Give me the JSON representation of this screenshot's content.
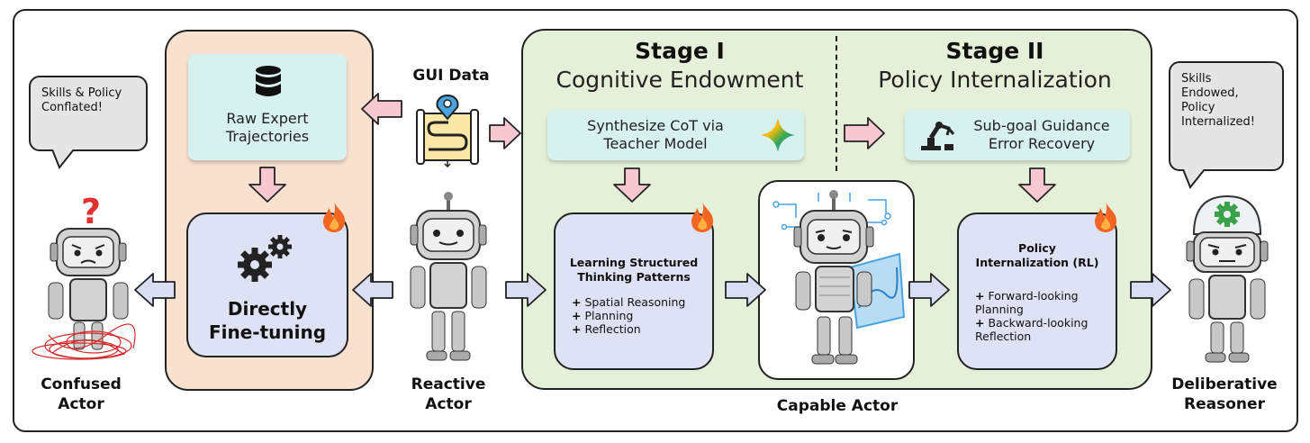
{
  "top": {
    "gui_data": "GUI Data"
  },
  "stage1": {
    "title": "Stage I",
    "subtitle": "Cognitive Endowment",
    "synth_line1": "Synthesize CoT via",
    "synth_line2": "Teacher Model"
  },
  "stage2": {
    "title": "Stage II",
    "subtitle": "Policy Internalization",
    "guide_line1": "Sub-goal Guidance",
    "guide_line2": "Error Recovery"
  },
  "left_panel": {
    "raw_line1": "Raw Expert",
    "raw_line2": "Trajectories",
    "ft_line1": "Directly",
    "ft_line2": "Fine-tuning"
  },
  "learning": {
    "title_line1": "Learning Structured",
    "title_line2": "Thinking Patterns",
    "items": [
      "Spatial Reasoning",
      "Planning",
      "Reflection"
    ]
  },
  "policy": {
    "title_line1": "Policy",
    "title_line2": "Internalization (RL)",
    "items": [
      [
        "Forward-looking",
        "Planning"
      ],
      [
        "Backward-looking",
        "Reflection"
      ]
    ]
  },
  "bubbles": {
    "left": [
      "Skills & Policy",
      "Conflated!"
    ],
    "right": [
      "Skills",
      "Endowed,",
      "Policy",
      "Internalized!"
    ]
  },
  "actors": {
    "confused": [
      "Confused",
      "Actor"
    ],
    "reactive": [
      "Reactive",
      "Actor"
    ],
    "capable": "Capable Actor",
    "deliberative": [
      "Deliberative",
      "Reasoner"
    ]
  },
  "colors": {
    "orange_panel": "#f8e1cf",
    "green_panel": "#e6f0d9",
    "teal_box": "#d6f1ee",
    "lavender_box": "#dee2f5",
    "pink_arrow": "#f7c8cf",
    "blue_arrow": "#d9def4",
    "fire": "#f26522"
  },
  "icons": [
    "database-icon",
    "gears-icon",
    "fire-icon",
    "gemini-star-icon",
    "robot-arm-icon",
    "map-route-icon",
    "question-mark-icon",
    "robot-icon",
    "gear-icon"
  ]
}
